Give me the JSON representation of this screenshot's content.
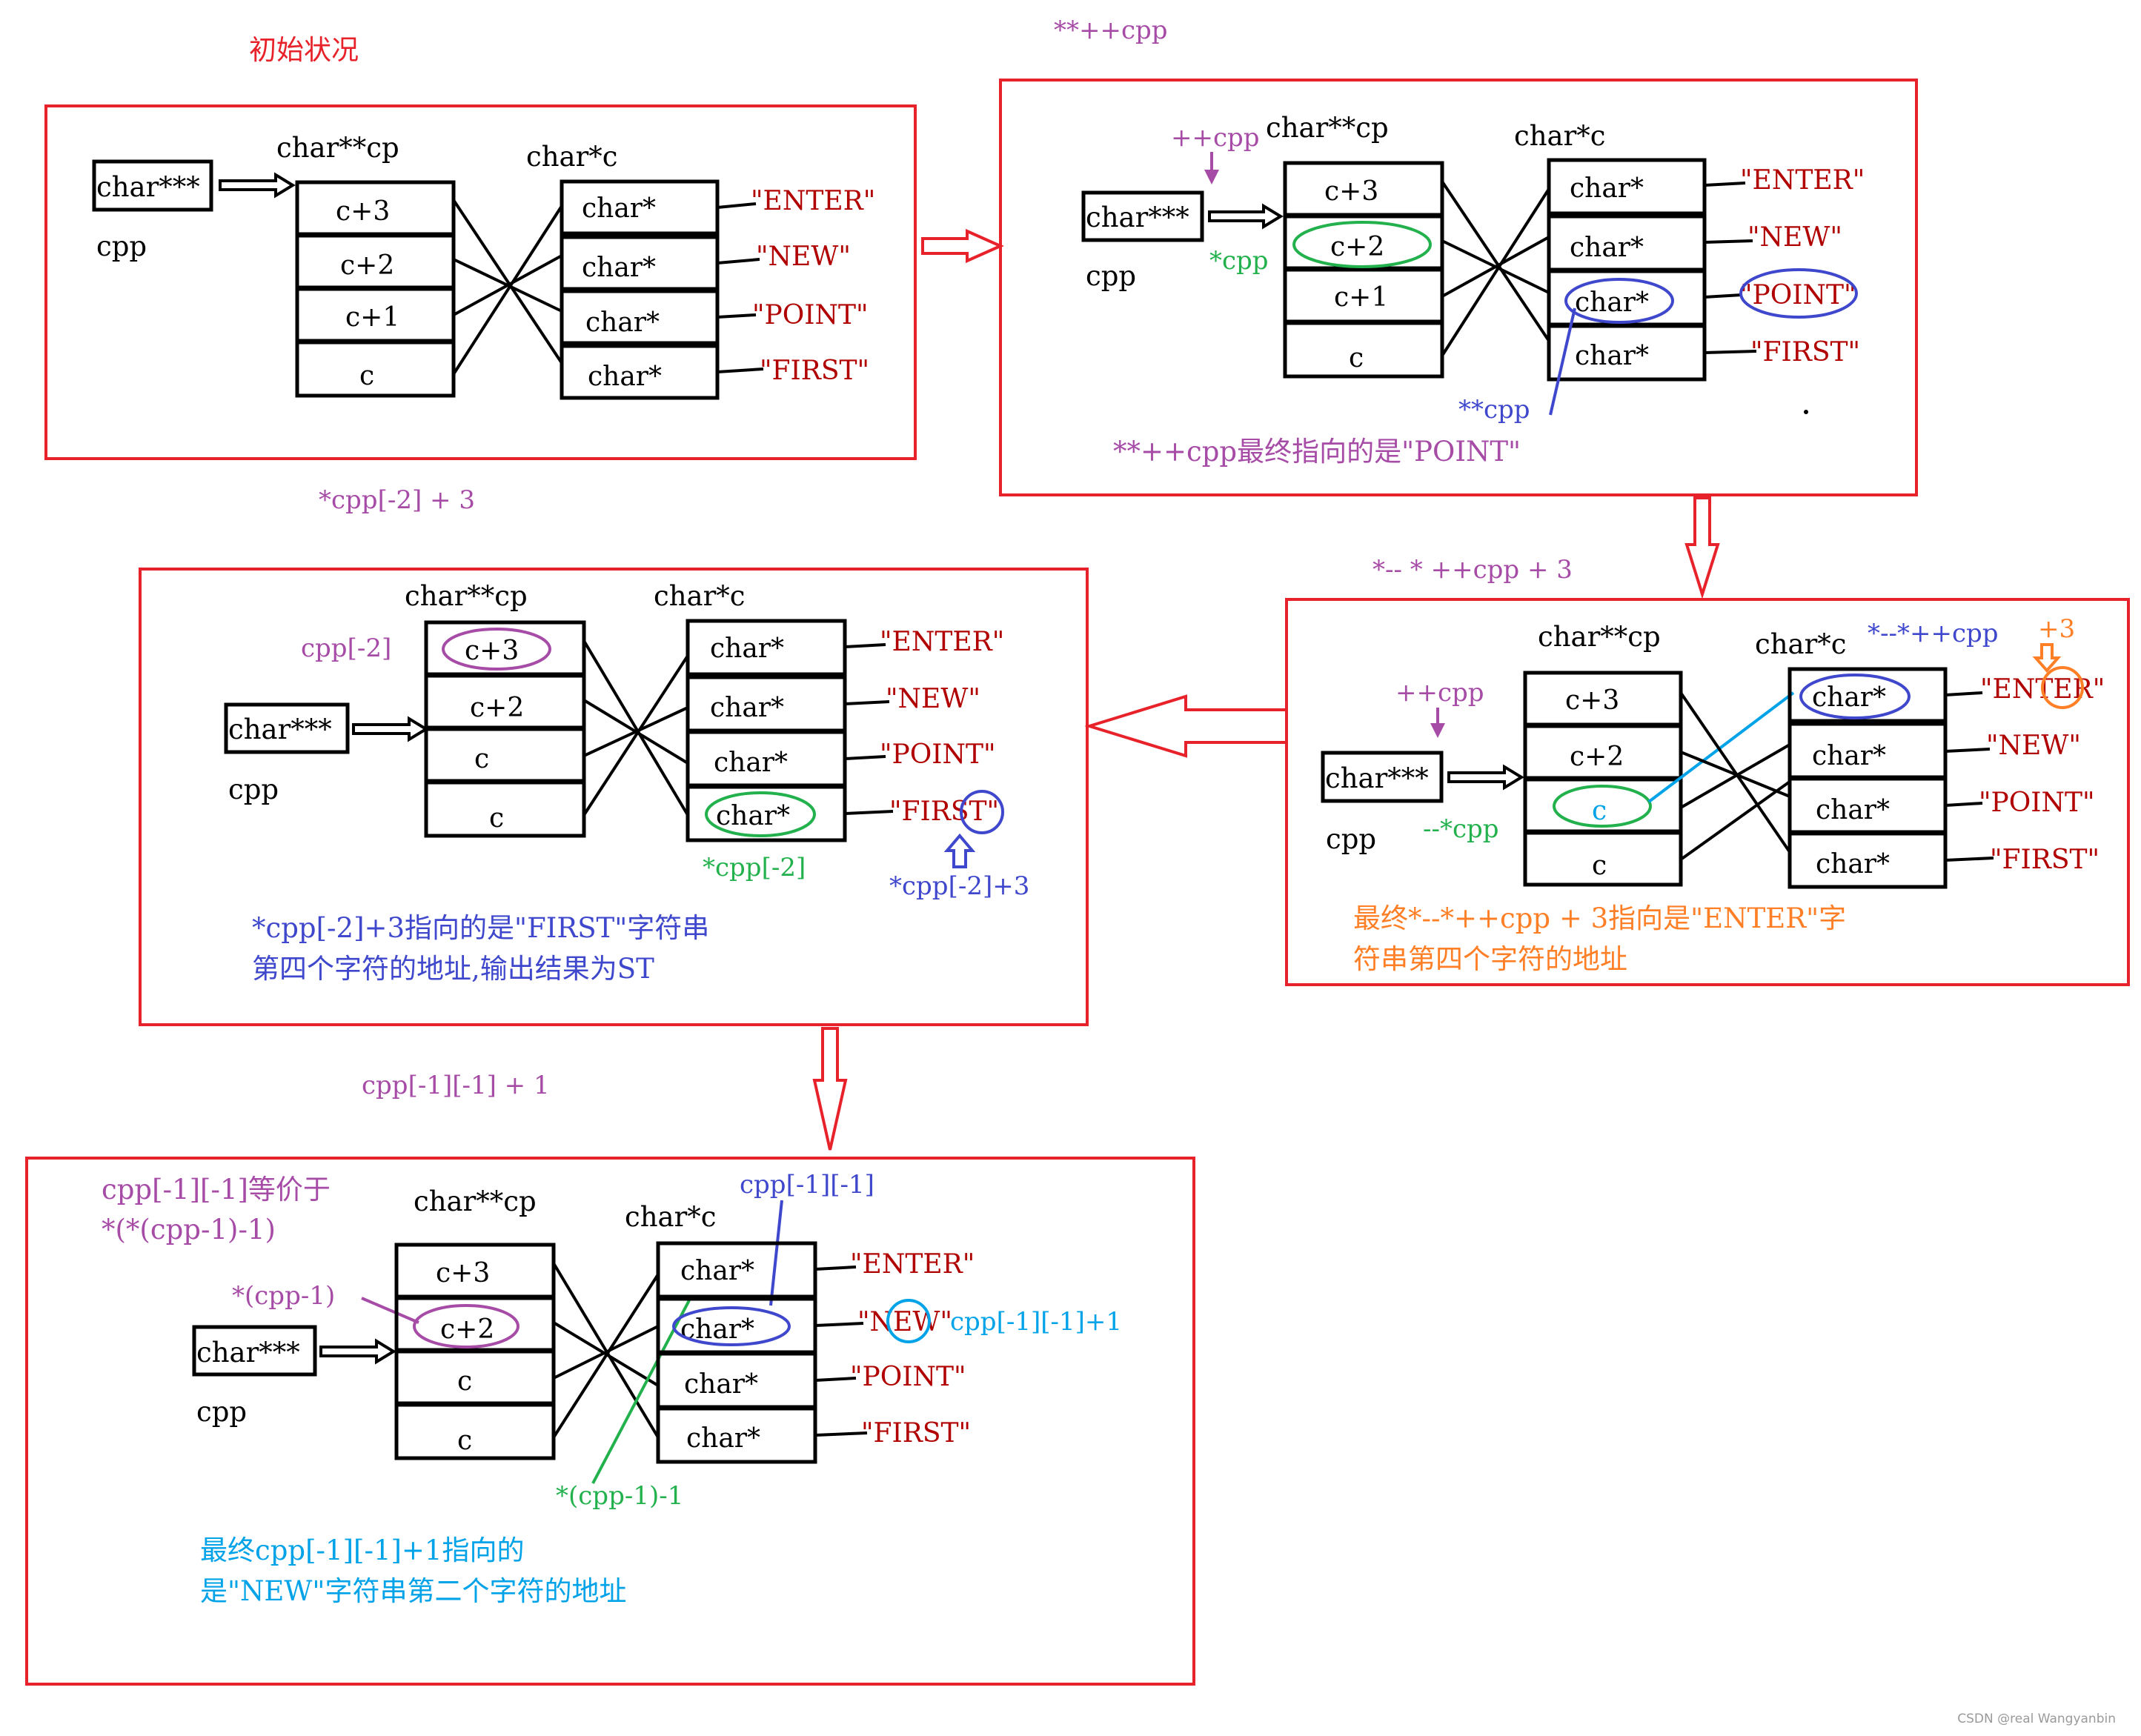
{
  "colors": {
    "red": "#e8222a",
    "darkred": "#b00000",
    "purple": "#a64ca6",
    "green": "#22b14c",
    "blue": "#3f48cc",
    "cyan": "#00a2e8",
    "orange": "#ff7f27",
    "black": "#000000"
  },
  "arrow_icon": "hollow-red-arrow-icon",
  "common": {
    "ptr3": "char***",
    "cpp": "cpp",
    "cp_title": "char**cp",
    "c_title": "char*c",
    "charstar": "char*",
    "strings": [
      "\"ENTER\"",
      "\"NEW\"",
      "\"POINT\"",
      "\"FIRST\""
    ]
  },
  "panel1": {
    "title": "初始状况",
    "cp": [
      "c+3",
      "c+2",
      "c+1",
      "c"
    ]
  },
  "panel2": {
    "expr": "**++cpp",
    "cp": [
      "c+3",
      "c+2",
      "c+1",
      "c"
    ],
    "pre_inc": "++cpp",
    "star_cpp": "*cpp",
    "dstar_cpp": "**cpp",
    "result": "**++cpp最终指向的是\"POINT\""
  },
  "panel3": {
    "expr": "*-- * ++cpp + 3",
    "cp": [
      "c+3",
      "c+2",
      "c",
      "c"
    ],
    "pre_inc": "++cpp",
    "dec_star": "--*cpp",
    "deref_label": "*--*++cpp",
    "plus3": "+3",
    "result_line1": "最终*--*++cpp + 3指向是\"ENTER\"字",
    "result_line2": "符串第四个字符的地址"
  },
  "panel4": {
    "expr": "*cpp[-2] + 3",
    "cp": [
      "c+3",
      "c+2",
      "c",
      "c"
    ],
    "cpp_m2": "cpp[-2]",
    "star_cpp_m2": "*cpp[-2]",
    "star_cpp_m2_p3": "*cpp[-2]+3",
    "result_line1": "*cpp[-2]+3指向的是\"FIRST\"字符串",
    "result_line2": "第四个字符的地址,输出结果为ST"
  },
  "panel5": {
    "expr": "cpp[-1][-1] + 1",
    "cp": [
      "c+3",
      "c+2",
      "c",
      "c"
    ],
    "equiv_line1": "cpp[-1][-1]等价于",
    "equiv_line2": "*(*(cpp-1)-1)",
    "star_cpp_m1": "*(cpp-1)",
    "star_cpp_m1_m1": "*(cpp-1)-1",
    "cpp_m1_m1": "cpp[-1][-1]",
    "cpp_m1_m1_p1": "cpp[-1][-1]+1",
    "result_line1": "最终cpp[-1][-1]+1指向的",
    "result_line2": "是\"NEW\"字符串第二个字符的地址"
  },
  "watermark": "CSDN @real Wangyanbin"
}
